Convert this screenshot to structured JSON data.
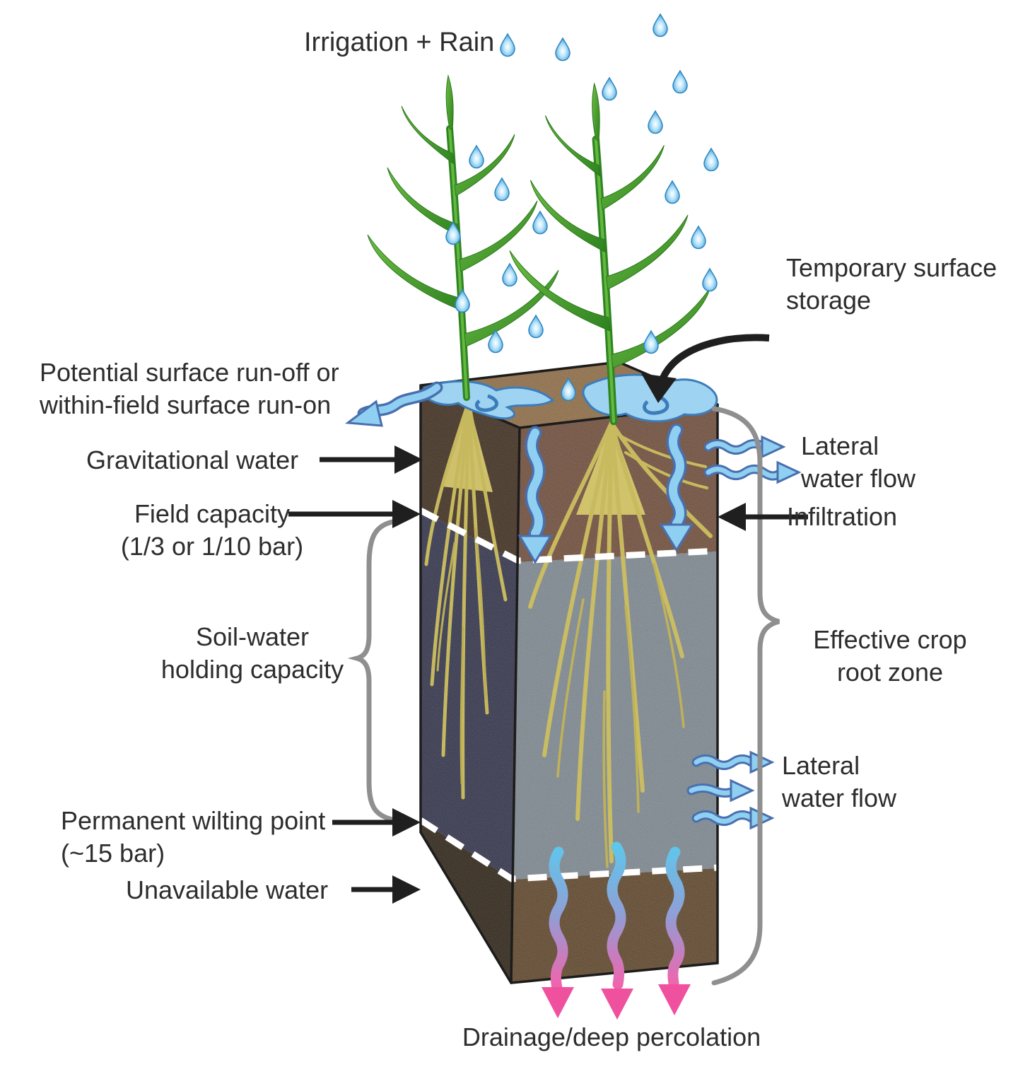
{
  "figure": {
    "type": "soil-water-balance-diagram",
    "title": "Irrigation + Rain"
  },
  "labels": {
    "irrigation_rain": "Irrigation + Rain",
    "temporary_surface_storage": "Temporary surface\nstorage",
    "surface_runoff": "Potential surface run-off or\nwithin-field surface run-on",
    "gravitational_water": "Gravitational water",
    "field_capacity": "Field capacity\n(1/3 or 1/10 bar)",
    "soil_water_holding_capacity": "Soil-water\nholding capacity",
    "permanent_wilting_point": "Permanent wilting point\n(~15 bar)",
    "unavailable_water": "Unavailable water",
    "lateral_water_flow_upper": "Lateral\nwater flow",
    "infiltration": "Infiltration",
    "effective_crop_root_zone": "Effective crop\nroot zone",
    "lateral_water_flow_lower": "Lateral\nwater flow",
    "drainage_deep_percolation": "Drainage/deep percolation"
  },
  "colors": {
    "water_blue": "#8fd0f2",
    "water_outline": "#4a6fae",
    "drainage_pink": "#f0519e",
    "topsoil_brown": "#8d6a42",
    "upper_left_face": "#3f2e1f",
    "upper_front_face": "#6d4a37",
    "middle_left_face": "#32334a",
    "middle_front_face": "#79848c",
    "bottom_front_face": "#5c4226",
    "root_yellow": "#cdbf60",
    "leaf_green": "#4aa133",
    "label_text": "#2d2d2d",
    "brace_gray": "#8f8f8f",
    "arrow_black": "#1f1f1f"
  }
}
